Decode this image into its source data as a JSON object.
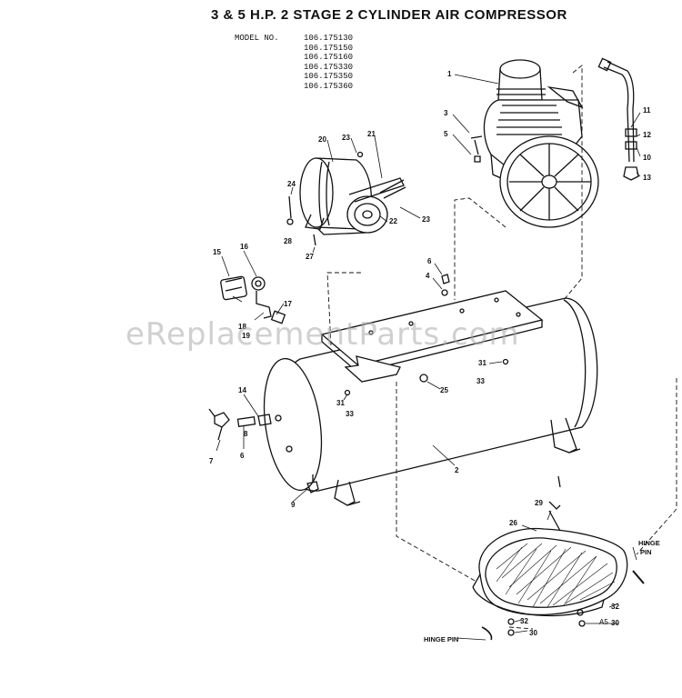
{
  "title": "3 & 5 H.P. 2 STAGE 2 CYLINDER AIR COMPRESSOR",
  "models_label": "MODEL NO.",
  "models": [
    "106.175130",
    "106.175150",
    "106.175160",
    "106.175330",
    "106.175350",
    "106.175360"
  ],
  "watermark": "eReplacementParts.com",
  "hinge_pin_right": [
    "HINGE",
    "PIN"
  ],
  "hinge_pin_bottom": "HINGE PIN",
  "page_ref": "A5",
  "part_labels": {
    "p1": "1",
    "p2": "2",
    "p3": "3",
    "p4": "4",
    "p5": "5",
    "p6": "6",
    "p6b": "6",
    "p7": "7",
    "p8": "8",
    "p9": "9",
    "p10": "10",
    "p11": "11",
    "p12": "12",
    "p13": "13",
    "p14": "14",
    "p15": "15",
    "p16": "16",
    "p17": "17",
    "p18": "18",
    "p19": "19",
    "p20": "20",
    "p21": "21",
    "p22": "22",
    "p23": "23",
    "p23b": "23",
    "p24": "24",
    "p25": "25",
    "p26": "26",
    "p27": "27",
    "p28": "28",
    "p29": "29",
    "p30": "30",
    "p30b": "30",
    "p31": "31",
    "p31b": "31",
    "p32": "32",
    "p32b": "32",
    "p33": "33",
    "p33b": "33"
  }
}
